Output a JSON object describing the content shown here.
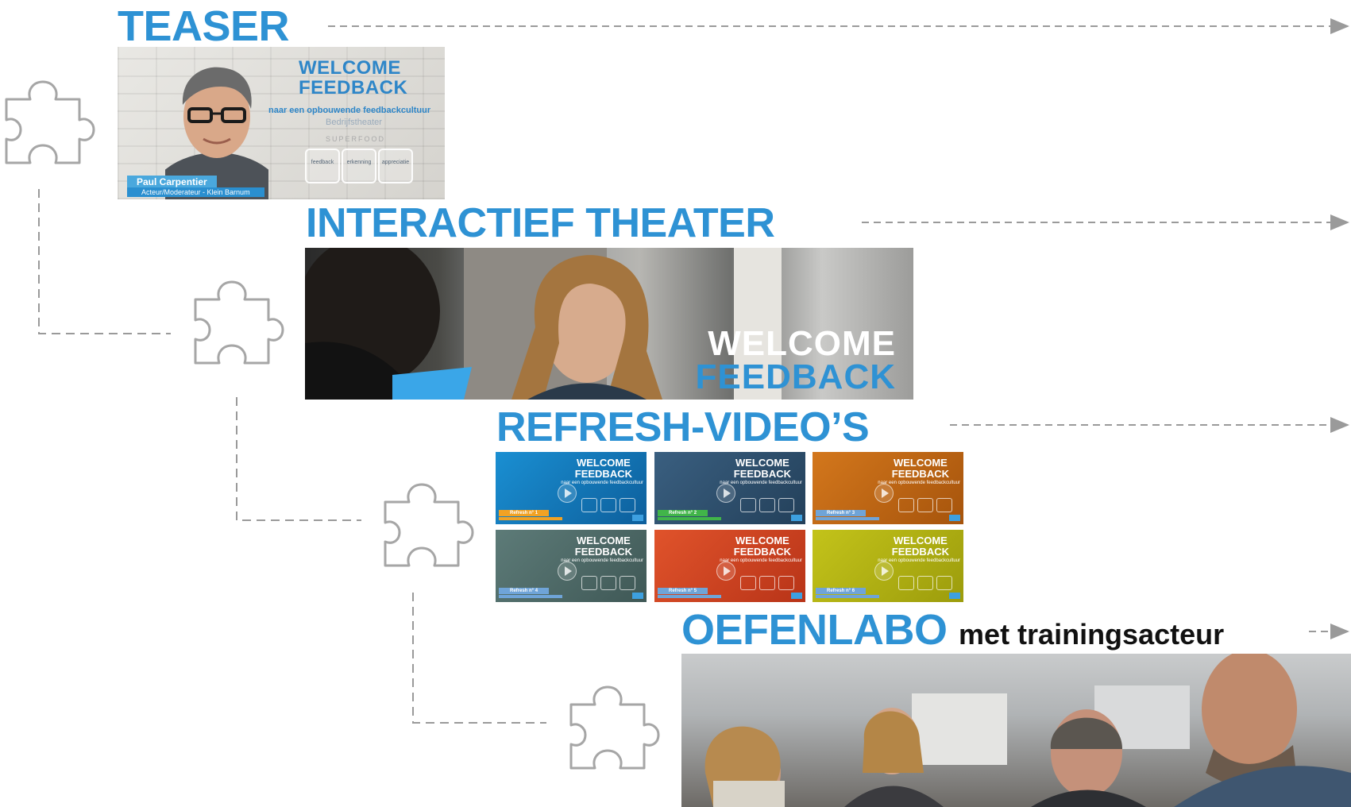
{
  "colors": {
    "heading": "#2e92d4",
    "connector": "#9a9a9a",
    "puzzle_outline": "#a6a6a6"
  },
  "stages": {
    "teaser": {
      "heading": "TEASER",
      "image": {
        "title_line1": "WELCOME",
        "title_line2": "FEEDBACK",
        "subtitle": "naar een opbouwende feedbackcultuur",
        "subtitle2": "Bedrijfstheater",
        "brand": "SUPERFOOD",
        "jars": [
          "feedback",
          "erkenning",
          "appreciatie"
        ],
        "name": "Paul Carpentier",
        "role": "Acteur/Moderateur - Klein Barnum"
      }
    },
    "theater": {
      "heading": "INTERACTIEF THEATER",
      "image": {
        "title_line1": "WELCOME",
        "title_line2": "FEEDBACK"
      }
    },
    "refresh": {
      "heading": "REFRESH-VIDEO’S",
      "thumb_title_line1": "WELCOME",
      "thumb_title_line2": "FEEDBACK",
      "thumb_subtitle": "naar een opbouwende feedbackcultuur",
      "thumbs": [
        {
          "label": "Refresh n° 1",
          "color": "#1a8fd2",
          "color2": "#0d5f9c",
          "accent": "#f2a223"
        },
        {
          "label": "Refresh n° 2",
          "color": "#3a5f80",
          "color2": "#23405a",
          "accent": "#41b549"
        },
        {
          "label": "Refresh n° 3",
          "color": "#d3771c",
          "color2": "#a6540c",
          "accent": "#6fa4d8"
        },
        {
          "label": "Refresh n° 4",
          "color": "#5d7b78",
          "color2": "#3f5856",
          "accent": "#6fa4d8"
        },
        {
          "label": "Refresh n° 5",
          "color": "#e0532b",
          "color2": "#b83418",
          "accent": "#6fa4d8"
        },
        {
          "label": "Refresh n° 6",
          "color": "#c3c31a",
          "color2": "#9c9c0c",
          "accent": "#6fa4d8"
        }
      ]
    },
    "oefenlabo": {
      "heading": "OEFENLABO",
      "subheading": "met trainingsacteur"
    }
  }
}
